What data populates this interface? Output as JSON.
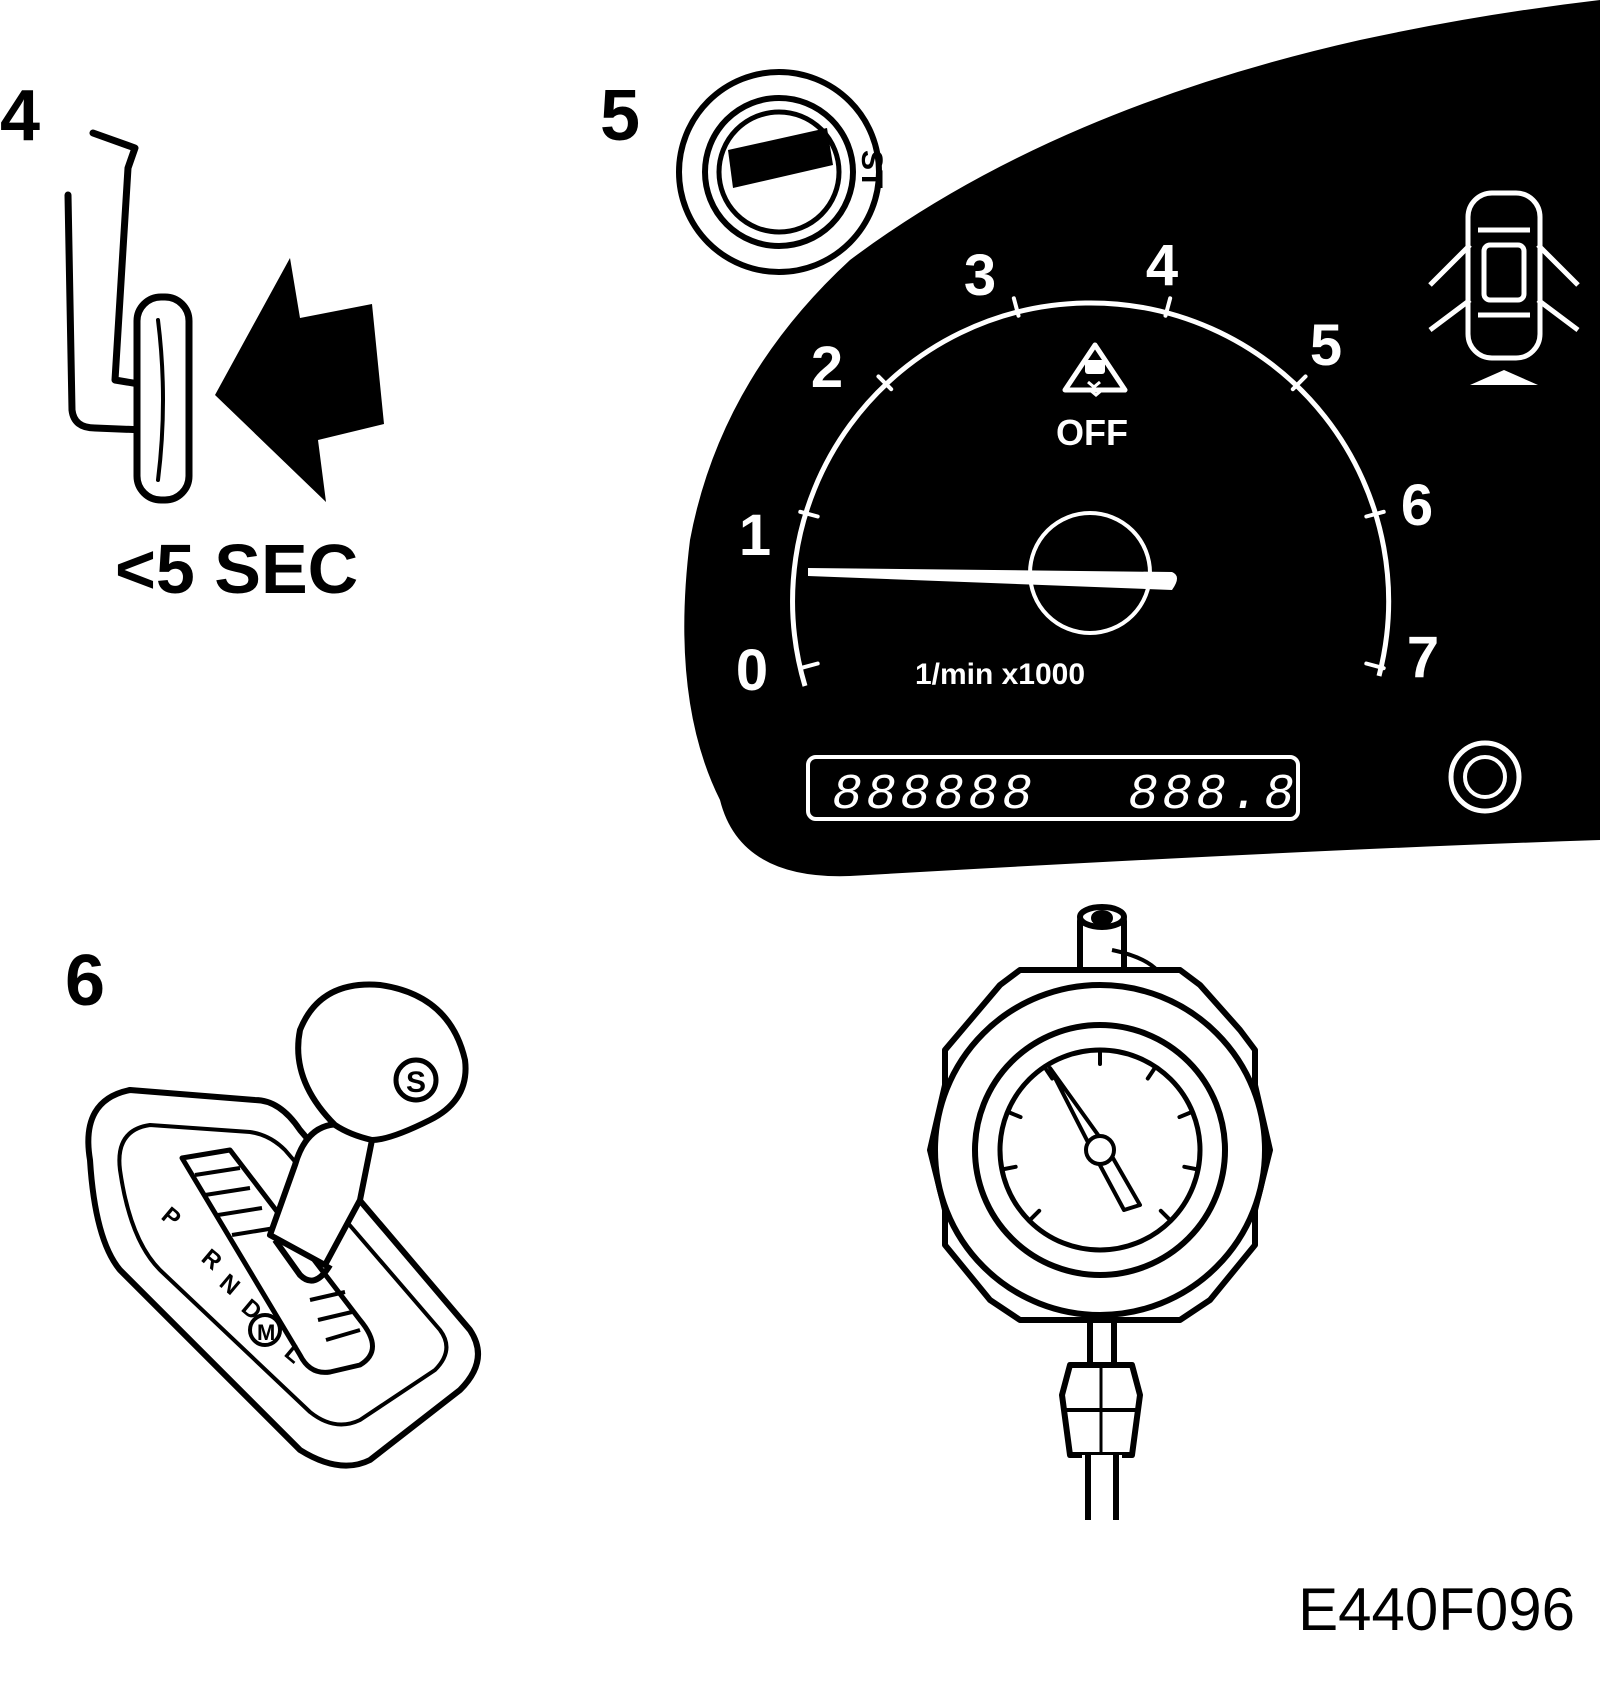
{
  "steps": {
    "step4": {
      "number": "4",
      "caption": "<5 SEC"
    },
    "step5": {
      "number": "5",
      "ignition_label": "ST"
    },
    "step6": {
      "number": "6"
    }
  },
  "tachometer": {
    "scale_labels": [
      "0",
      "1",
      "2",
      "3",
      "4",
      "5",
      "6",
      "7"
    ],
    "unit": "1/min x1000",
    "warning_text": "OFF",
    "odometer": "888888",
    "trip": "888.8"
  },
  "gear_selector": {
    "positions": [
      "P",
      "R",
      "N",
      "D",
      "M",
      "L"
    ],
    "sport_button": "S"
  },
  "figure_id": "E440F096",
  "icons": [
    "brake-pedal-icon",
    "arrow-icon",
    "ignition-lock-icon",
    "fog-light-icon",
    "headlight-icon",
    "car-doors-open-icon",
    "traction-control-off-icon",
    "pressure-gauge-icon",
    "gear-selector-icon"
  ]
}
